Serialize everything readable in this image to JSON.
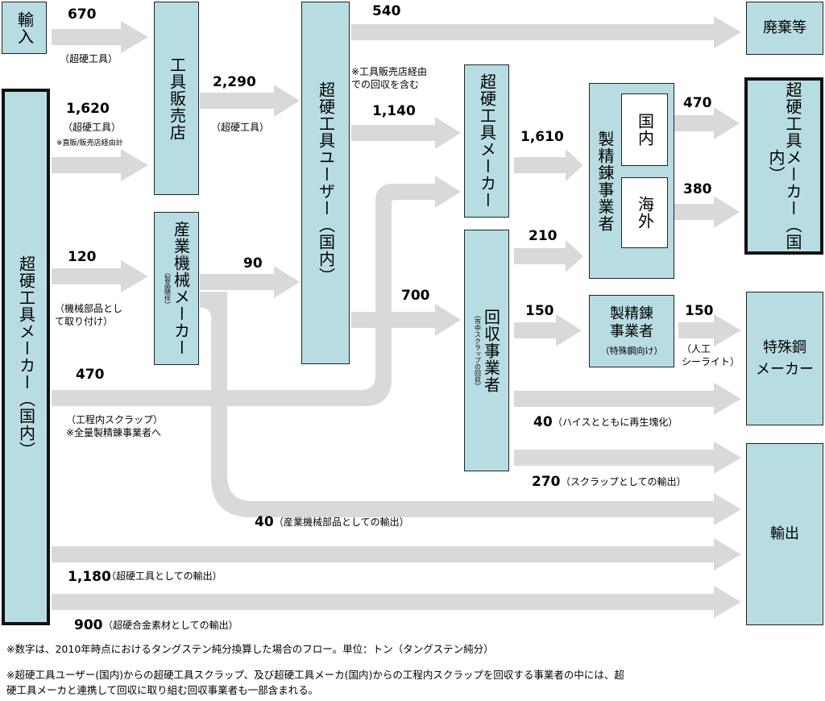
{
  "nodes": {
    "import": "輸入",
    "manufacturer_domestic": "超硬工具メーカー（国内）",
    "tool_retailer": "工具販売店",
    "industrial_machinery_maker": "産業機械メーカー",
    "industrial_machinery_sub": "（製品随伴）",
    "tool_user": "超硬工具ユーザー（国内）",
    "tool_maker_recycle": "超硬工具メーカー",
    "recovery_business": "回収事業者",
    "recovery_sub": "（市中スクラップの回収）",
    "refiner": "製精錬事業者",
    "refiner_domestic": "国内",
    "refiner_overseas": "海外",
    "refiner_special": "製精錬\n事業者",
    "refiner_special_sub": "（特殊鋼向け）",
    "disposal": "廃棄等",
    "maker_final": "超硬工具メーカー（国内）",
    "special_steel": "特殊鋼\nメーカー",
    "export": "輸出"
  },
  "flows": {
    "import_to_retailer": {
      "value": "670",
      "note": "（超硬工具）"
    },
    "maker_to_retailer": {
      "value": "1,620",
      "note": "（超硬工具）",
      "subnote": "※直販/販売店経由計"
    },
    "retailer_to_user": {
      "value": "2,290",
      "note": "（超硬工具）"
    },
    "maker_to_machinery": {
      "value": "120",
      "note": "（機械部品とし\nて取り付け）"
    },
    "machinery_to_user": {
      "value": "90"
    },
    "user_to_disposal": {
      "value": "540"
    },
    "user_to_toolmaker": {
      "value": "1,140",
      "note": "※工具販売店経由\nでの回収を含む"
    },
    "user_to_recovery": {
      "value": "700"
    },
    "inprocess_scrap": {
      "value": "470",
      "note": "（工程内スクラップ）\n※全量製精錬事業者へ"
    },
    "toolmaker_to_refiner": {
      "value": "1,610"
    },
    "recovery_to_refiner": {
      "value": "210"
    },
    "recovery_to_special_refiner": {
      "value": "150"
    },
    "special_refiner_to_steel": {
      "value": "150",
      "note": "（人工\nシーライト）"
    },
    "refiner_domestic_out": {
      "value": "470"
    },
    "refiner_overseas_out": {
      "value": "380"
    },
    "recovery_to_steel": {
      "value": "40",
      "note": "（ハイスとともに再生塊化）"
    },
    "recovery_export": {
      "value": "270",
      "note": "（スクラップとしての輸出）"
    },
    "machinery_export": {
      "value": "40",
      "note": "（産業機械部品としての輸出）"
    },
    "tool_export": {
      "value": "1,180",
      "note": "（超硬工具としての輸出）"
    },
    "alloy_export": {
      "value": "900",
      "note": "（超硬合金素材としての輸出）"
    }
  },
  "footnotes": [
    "※数字は、2010年時点におけるタングステン純分換算した場合のフロー。単位：トン（タングステン純分）",
    "※超硬工具ユーザー(国内)からの超硬工具スクラップ、及び超硬工具メーカ(国内)からの工程内スクラップを回収する事業者の中には、超",
    "硬工具メーカと連携して回収に取り組む回収事業者も一部含まれる。"
  ],
  "colors": {
    "box_fill": "#b7dde2",
    "arrow_fill": "#d9d9d9",
    "border": "#222222"
  }
}
